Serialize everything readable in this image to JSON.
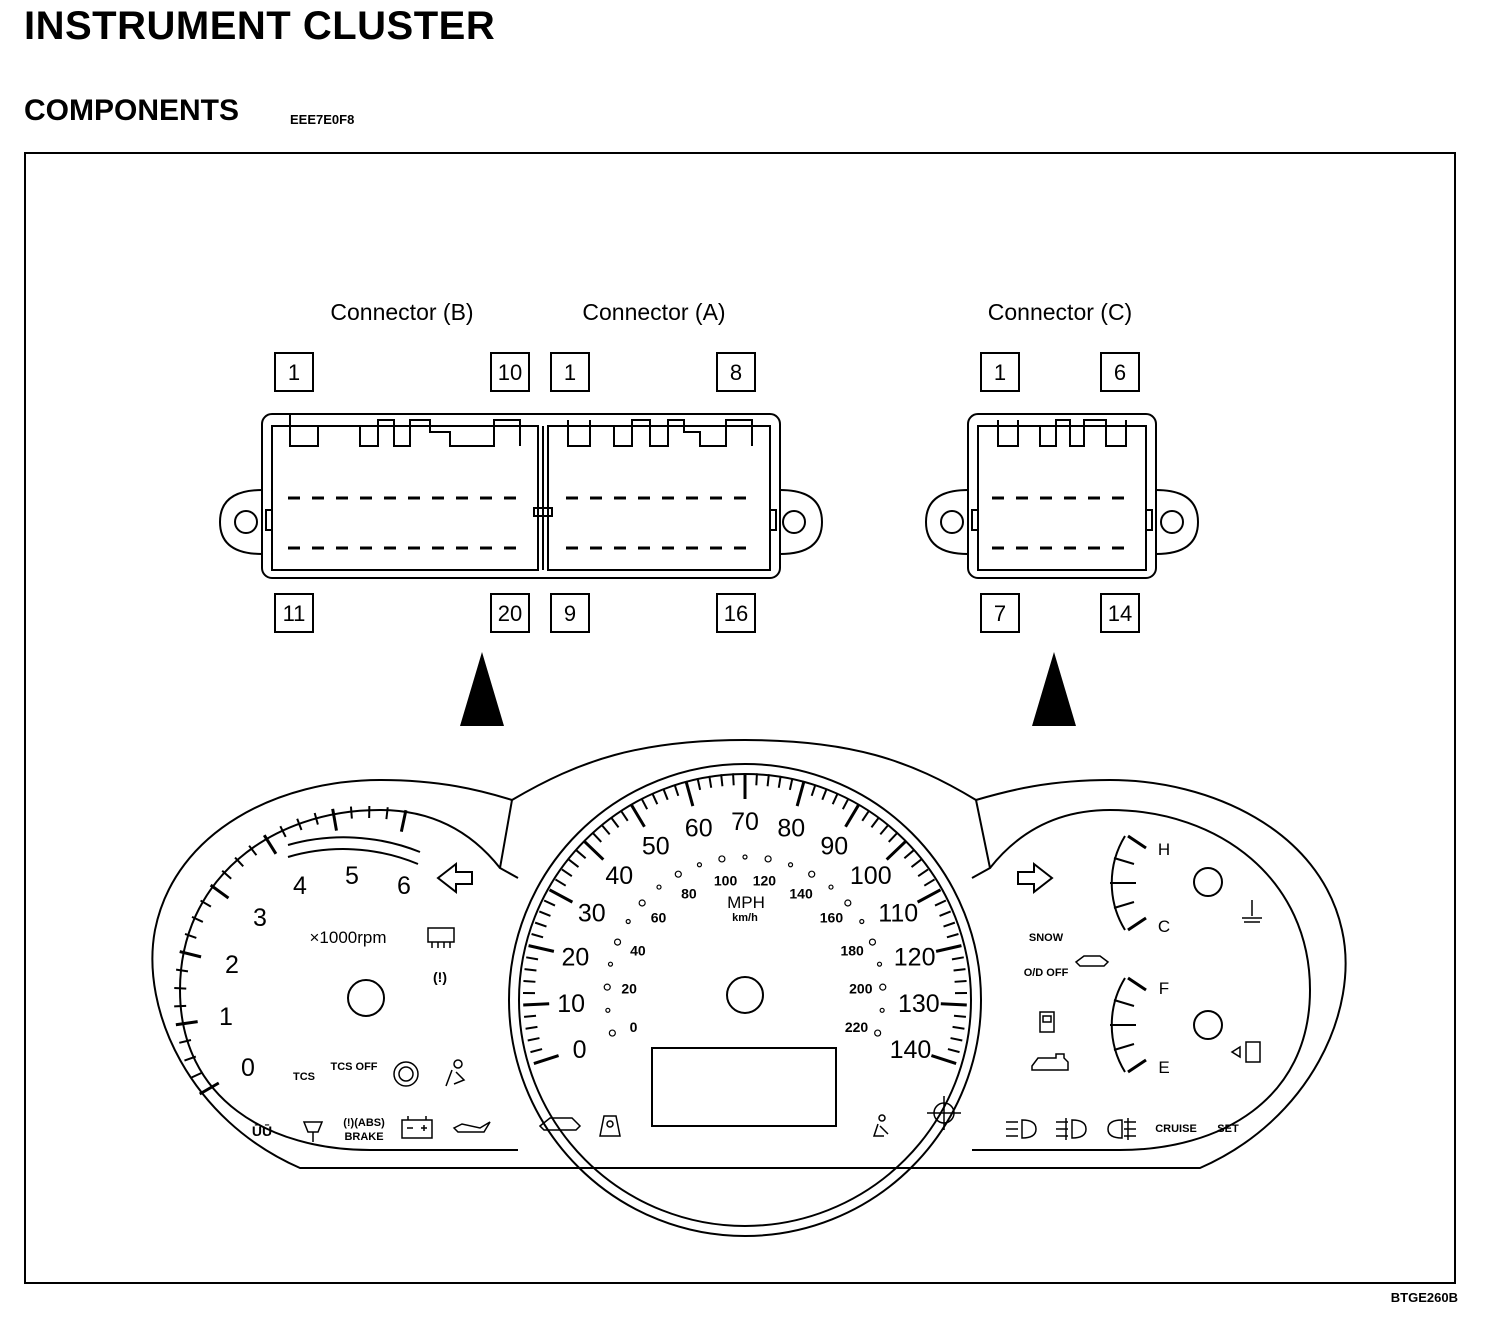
{
  "header": {
    "title": "INSTRUMENT CLUSTER",
    "section": "COMPONENTS",
    "section_code": "EEE7E0F8"
  },
  "figure_ref": "BTGE260B",
  "connectors": [
    {
      "id": "B",
      "label": "Connector (B)",
      "pins": {
        "top_left": "1",
        "top_right": "10",
        "bottom_left": "11",
        "bottom_right": "20"
      }
    },
    {
      "id": "A",
      "label": "Connector (A)",
      "pins": {
        "top_left": "1",
        "top_right": "8",
        "bottom_left": "9",
        "bottom_right": "16"
      }
    },
    {
      "id": "C",
      "label": "Connector (C)",
      "pins": {
        "top_left": "1",
        "top_right": "6",
        "bottom_left": "7",
        "bottom_right": "14"
      }
    }
  ],
  "tachometer": {
    "labels": [
      "0",
      "1",
      "2",
      "3",
      "4",
      "5",
      "6"
    ],
    "unit": "×1000rpm",
    "indicators": [
      "TCS",
      "TCS OFF"
    ]
  },
  "speedometer": {
    "mph_labels": [
      "0",
      "10",
      "20",
      "30",
      "40",
      "50",
      "60",
      "70",
      "80",
      "90",
      "100",
      "110",
      "120",
      "130",
      "140"
    ],
    "kmh_labels": [
      "0",
      "20",
      "40",
      "60",
      "80",
      "100",
      "120",
      "140",
      "160",
      "180",
      "200",
      "220"
    ],
    "unit_mph": "MPH",
    "unit_kmh": "km/h"
  },
  "right_gauges": {
    "temp_high": "H",
    "temp_low": "C",
    "fuel_full": "F",
    "fuel_empty": "E",
    "indicators": [
      "SNOW",
      "O/D OFF",
      "CRUISE",
      "SET"
    ]
  },
  "warning_lamps": {
    "brake_line1": "(!)(ABS)",
    "brake_line2": "BRAKE"
  }
}
